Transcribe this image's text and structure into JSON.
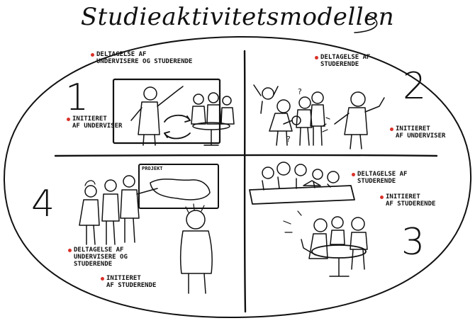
{
  "title": "Studieaktivitetsmodellen",
  "accent_color": "#d9322a",
  "quadrants": [
    {
      "number": "1",
      "labels": [
        {
          "text": "DELTAGELSE AF\nUNDERVISERE OG STUDERENDE"
        },
        {
          "text": "INITIERET\nAF UNDERVISER"
        }
      ]
    },
    {
      "number": "2",
      "labels": [
        {
          "text": "DELTAGELSE AF\nSTUDERENDE"
        },
        {
          "text": "INITIERET\nAF UNDERVISER"
        }
      ]
    },
    {
      "number": "3",
      "labels": [
        {
          "text": "DELTAGELSE AF\nSTUDERENDE"
        },
        {
          "text": "INITIERET\nAF STUDERENDE"
        }
      ]
    },
    {
      "number": "4",
      "labels": [
        {
          "text": "DELTAGELSE AF\nUNDERVISERE OG\nSTUDERENDE"
        },
        {
          "text": "INITIERET\nAF STUDERENDE"
        }
      ]
    }
  ],
  "board_text": "PROJEKT"
}
